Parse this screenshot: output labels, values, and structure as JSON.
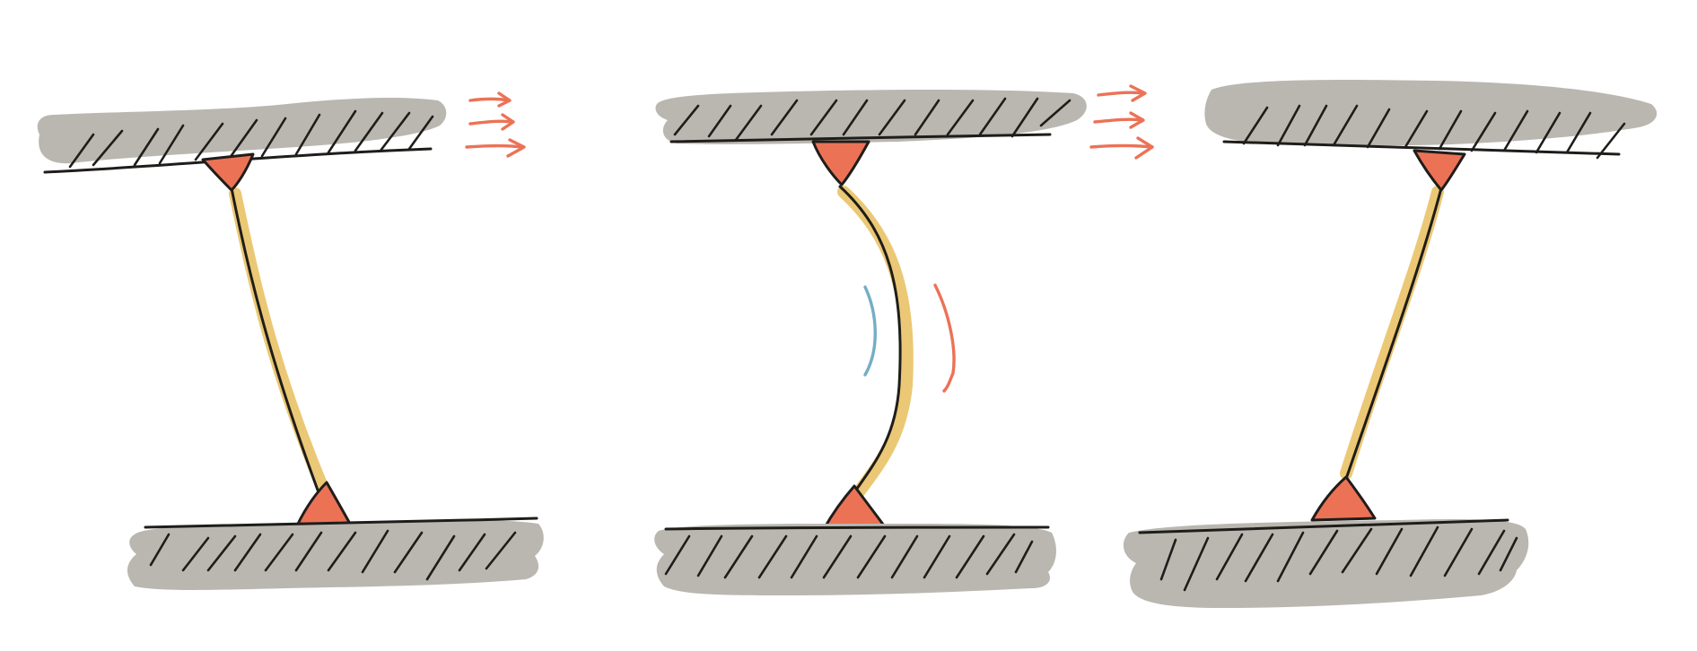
{
  "colors": {
    "ground": "#b9b7b0",
    "ink": "#1f1d1a",
    "hinge": "#ec7256",
    "glow": "#e9c266",
    "arrow": "#ec7256",
    "blue": "#74aec4"
  },
  "panels": [
    {
      "name": "left-panel",
      "state": "column tilted, top support pushed right",
      "arrows": 3
    },
    {
      "name": "middle-panel",
      "state": "column buckled with bending indicators",
      "arrows": 3
    },
    {
      "name": "right-panel",
      "state": "column tilted opposite, no arrows",
      "arrows": 0
    }
  ],
  "icons": {
    "force-arrow": "force-arrow-icon",
    "hinge": "hinge-icon",
    "curvature-mark": "curvature-mark-icon"
  }
}
